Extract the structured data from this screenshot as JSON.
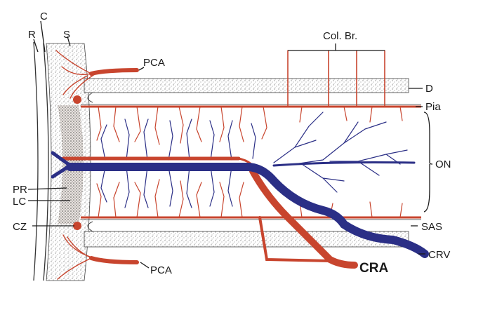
{
  "diagram": {
    "labels": {
      "c": "C",
      "r": "R",
      "s": "S",
      "pca_top": "PCA",
      "col_br": "Col. Br.",
      "d": "D",
      "pia": "Pia",
      "on": "ON",
      "pr": "PR",
      "lc": "LC",
      "cz": "CZ",
      "sas": "SAS",
      "crv": "CRV",
      "cra": "CRA",
      "pca_bottom": "PCA"
    },
    "colors": {
      "artery": "#c8452e",
      "vein": "#2b2f86",
      "vein_dark": "#151535",
      "dura_stipple": "#cfcfcf",
      "ink": "#1a1a1a"
    }
  }
}
